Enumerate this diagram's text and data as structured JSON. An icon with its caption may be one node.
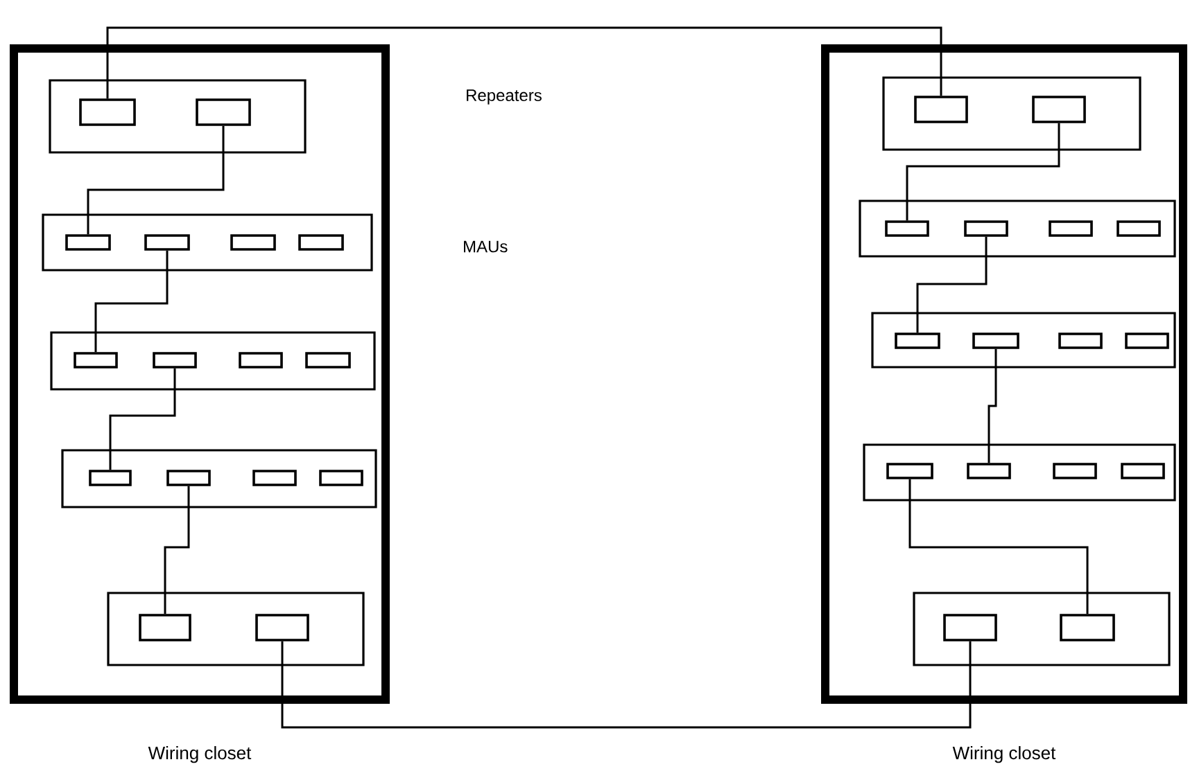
{
  "diagram": {
    "nodes": [
      {
        "text": [
          "Wiring closet"
        ]
      },
      {
        "text": [],
        "shape": "box",
        "in": 0
      },
      {
        "text": [],
        "shape": "box",
        "in": 1
      },
      {
        "text": [],
        "shape": "box",
        "in": 1
      },
      {
        "text": [],
        "shape": "box",
        "in": 0
      },
      {
        "text": [],
        "shape": "box",
        "in": 4
      },
      {
        "text": [],
        "shape": "box",
        "in": 4
      },
      {
        "text": [],
        "shape": "box",
        "in": 4
      },
      {
        "text": [],
        "shape": "box",
        "in": 4
      },
      {
        "text": [],
        "shape": "box",
        "in": 0
      },
      {
        "text": [],
        "shape": "box",
        "in": 9
      },
      {
        "text": [],
        "shape": "box",
        "in": 9
      },
      {
        "text": [],
        "shape": "box",
        "in": 9
      },
      {
        "text": [],
        "shape": "box",
        "in": 9
      },
      {
        "text": [],
        "shape": "box",
        "in": 0
      },
      {
        "text": [],
        "shape": "box",
        "in": 14
      },
      {
        "text": [],
        "shape": "box",
        "in": 14
      },
      {
        "text": [],
        "shape": "box",
        "in": 14
      },
      {
        "text": [],
        "shape": "box",
        "in": 14
      },
      {
        "text": [],
        "shape": "box",
        "in": 0
      },
      {
        "text": [],
        "shape": "box",
        "in": 19
      },
      {
        "text": [],
        "shape": "box",
        "in": 19
      },
      {
        "text": [
          "Wiring closet"
        ]
      },
      {
        "text": [],
        "shape": "box",
        "in": 22
      },
      {
        "text": [],
        "shape": "box",
        "in": 23
      },
      {
        "text": [],
        "shape": "box",
        "in": 23
      },
      {
        "text": [],
        "shape": "box",
        "in": 22
      },
      {
        "text": [],
        "shape": "box",
        "in": 26
      },
      {
        "text": [],
        "shape": "box",
        "in": 26
      },
      {
        "text": [],
        "shape": "box",
        "in": 26
      },
      {
        "text": [],
        "shape": "box",
        "in": 26
      },
      {
        "text": [],
        "shape": "box",
        "in": 22
      },
      {
        "text": [],
        "shape": "box",
        "in": 31
      },
      {
        "text": [],
        "shape": "box",
        "in": 31
      },
      {
        "text": [],
        "shape": "box",
        "in": 31
      },
      {
        "text": [],
        "shape": "box",
        "in": 31
      },
      {
        "text": [],
        "shape": "box",
        "in": 22
      },
      {
        "text": [],
        "shape": "box",
        "in": 36
      },
      {
        "text": [],
        "shape": "box",
        "in": 36
      },
      {
        "text": [],
        "shape": "box",
        "in": 36
      },
      {
        "text": [],
        "shape": "box",
        "in": 36
      },
      {
        "text": [],
        "shape": "box",
        "in": 22
      },
      {
        "text": [],
        "shape": "box",
        "in": 41
      },
      {
        "text": [],
        "shape": "box",
        "in": 41
      }
    ],
    "edges": [
      {
        "from": 2,
        "to": 24,
        "arrow": "none"
      },
      {
        "from": 3,
        "to": 5,
        "arrow": "none"
      },
      {
        "from": 6,
        "to": 10,
        "arrow": "none"
      },
      {
        "from": 11,
        "to": 15,
        "arrow": "none"
      },
      {
        "from": 16,
        "to": 20,
        "arrow": "none"
      },
      {
        "from": 21,
        "to": 42,
        "arrow": "none"
      },
      {
        "from": 25,
        "to": 27,
        "arrow": "none"
      },
      {
        "from": 28,
        "to": 32,
        "arrow": "none"
      },
      {
        "from": 33,
        "to": 38,
        "arrow": "none"
      },
      {
        "from": 37,
        "to": 43,
        "arrow": "none"
      }
    ],
    "labels": [
      "Repeaters",
      "MAUs"
    ]
  }
}
